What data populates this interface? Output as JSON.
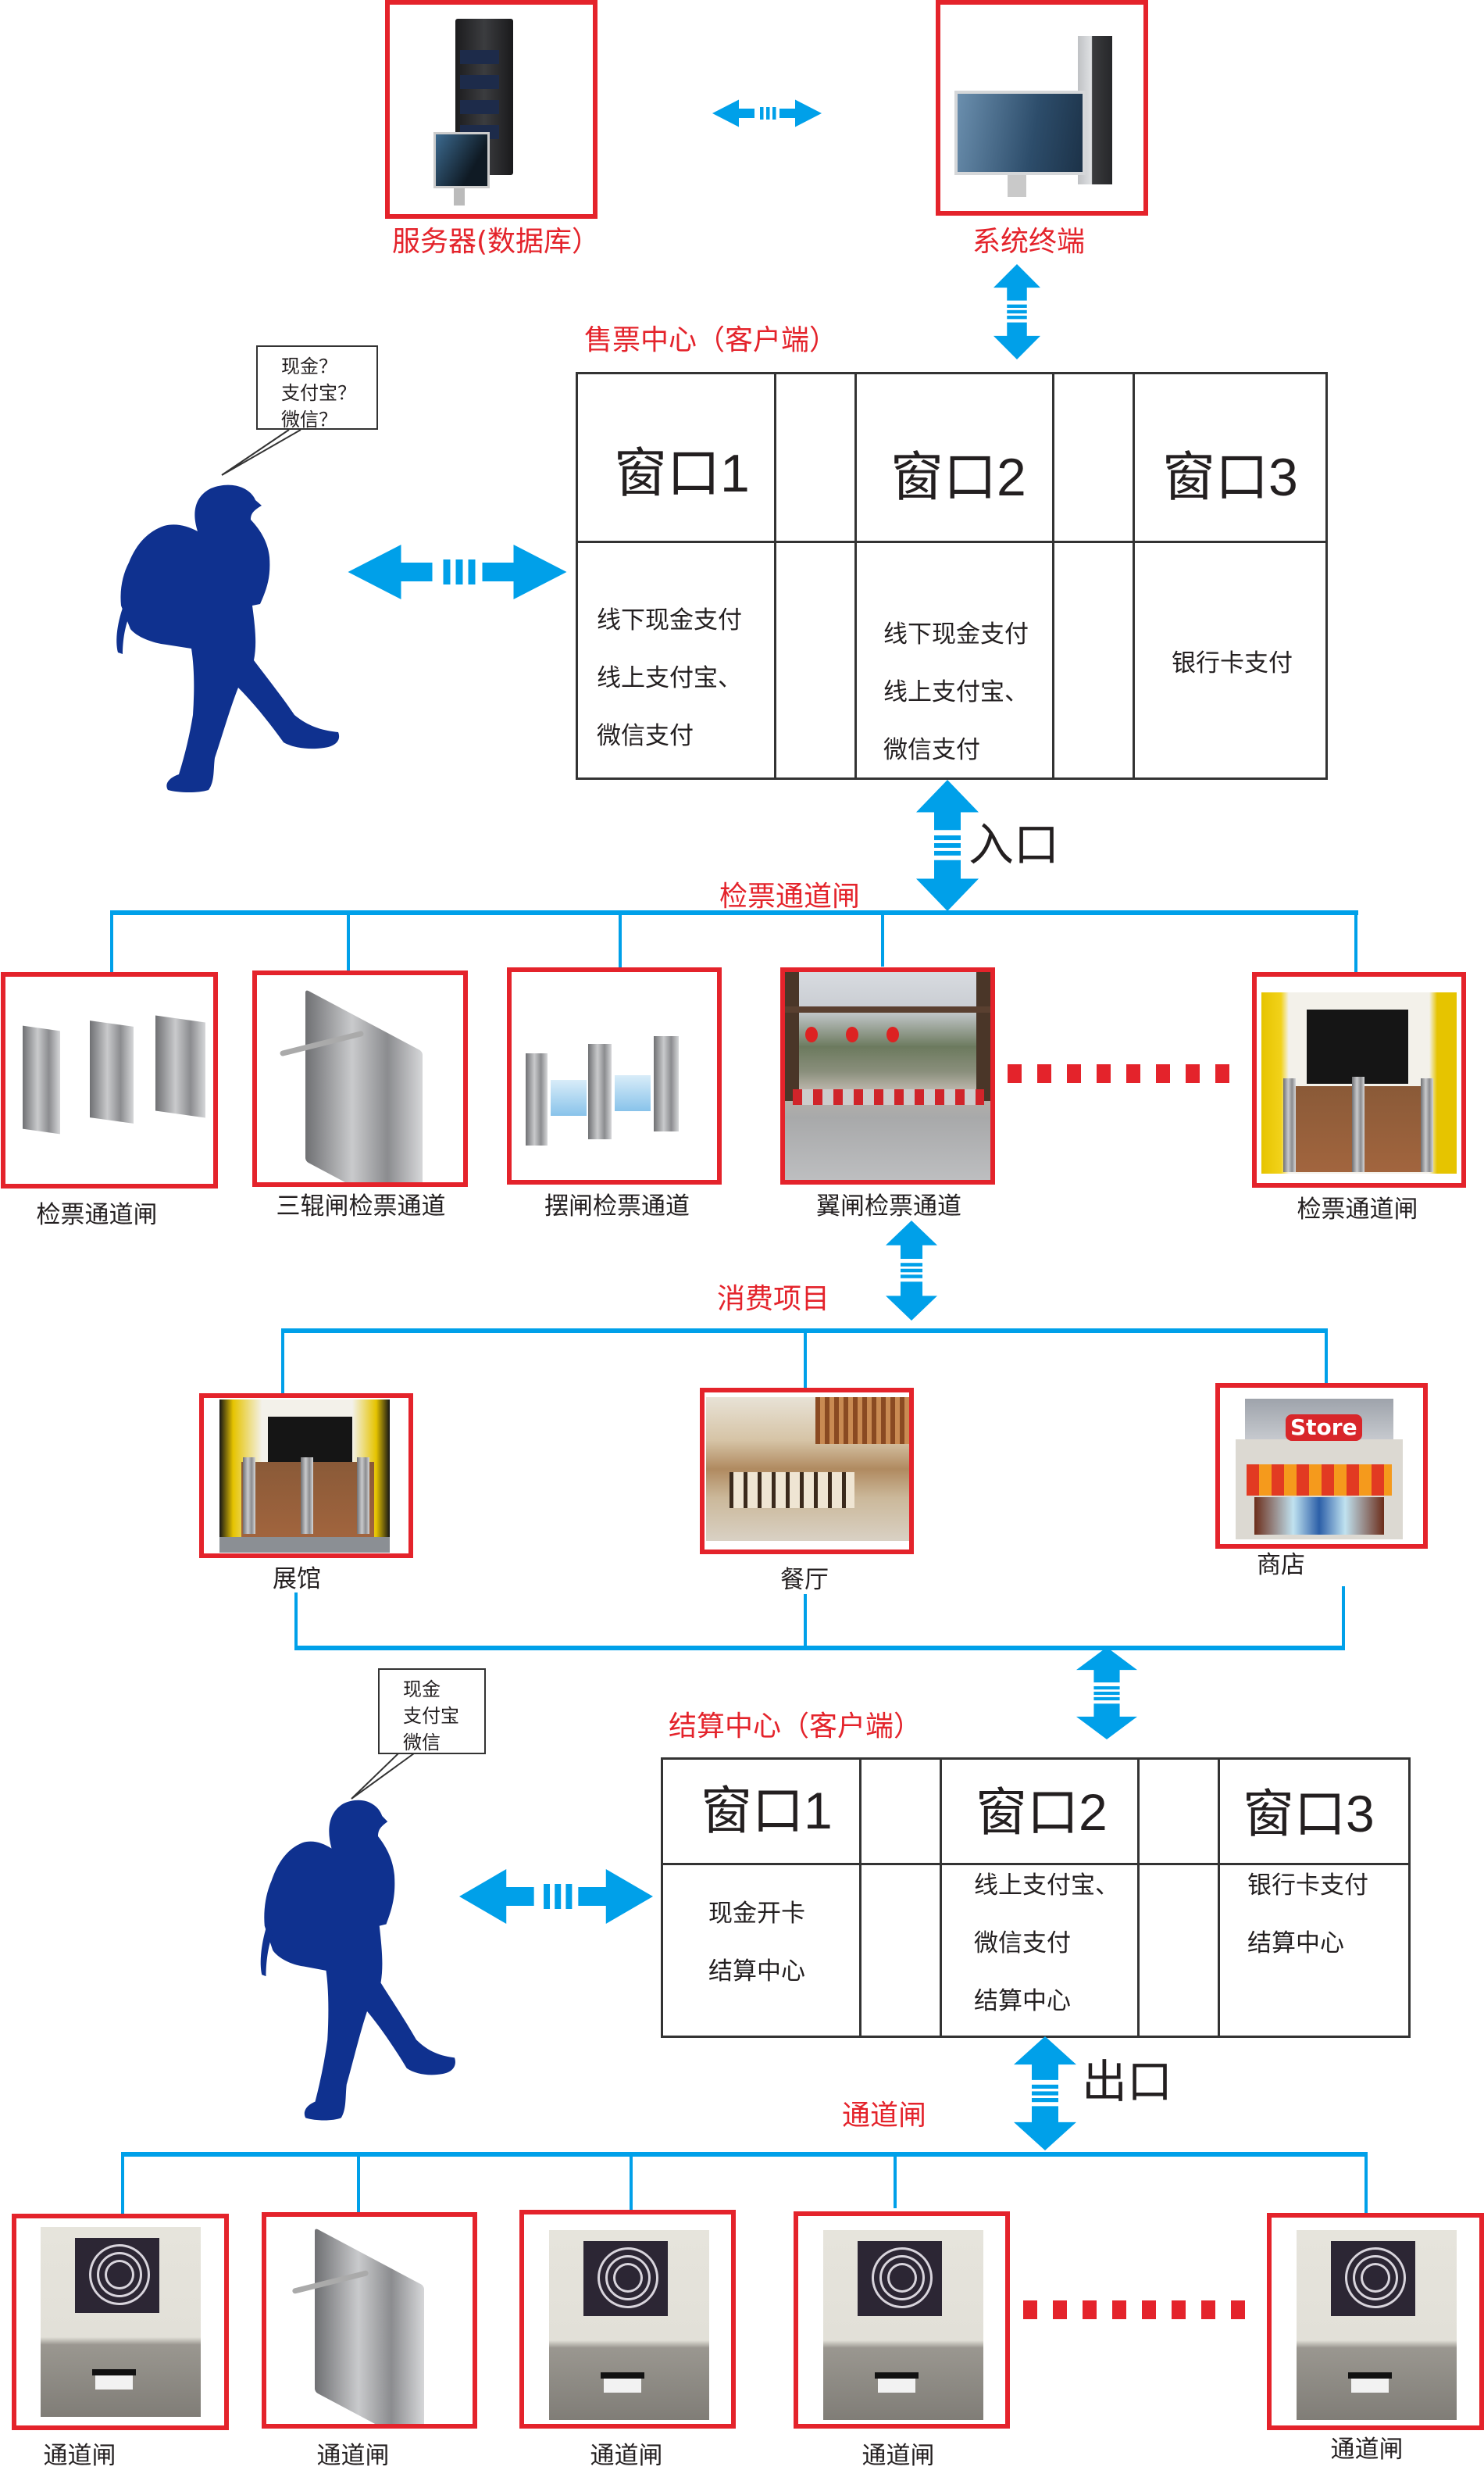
{
  "top": {
    "server_label": "服务器(数据库）",
    "terminal_label": "系统终端"
  },
  "ticket_center": {
    "title": "售票中心（客户端）",
    "windows": [
      {
        "title": "窗口",
        "num": "1",
        "lines": [
          "线下现金支付",
          "线上支付宝、",
          "微信支付"
        ]
      },
      {
        "title": "窗口",
        "num": "2",
        "lines": [
          "线下现金支付",
          "线上支付宝、",
          "微信支付"
        ]
      },
      {
        "title": "窗口",
        "num": "3",
        "lines": [
          "银行卡支付"
        ]
      }
    ],
    "bubble_lines": [
      "现金？",
      "支付宝？",
      "微信？"
    ],
    "entrance_label": "入口"
  },
  "entry_gates": {
    "title": "检票通道闸",
    "items": [
      {
        "label": "检票通道闸",
        "kind": "flap-gate"
      },
      {
        "label": "三辊闸检票通道",
        "kind": "tripod-turnstile"
      },
      {
        "label": "摆闸检票通道",
        "kind": "swing-gate"
      },
      {
        "label": "翼闸检票通道",
        "kind": "scenic-entrance-photo"
      },
      {
        "label": "检票通道闸",
        "kind": "museum-gate-photo"
      }
    ]
  },
  "consumption": {
    "title": "消费项目",
    "items": [
      {
        "label": "展馆",
        "kind": "museum-gate-photo"
      },
      {
        "label": "餐厅",
        "kind": "restaurant-photo"
      },
      {
        "label": "商店",
        "kind": "store-illustration",
        "sign": "Store"
      }
    ]
  },
  "settlement_center": {
    "title": "结算中心（客户端）",
    "windows": [
      {
        "title": "窗口",
        "num": "1",
        "lines": [
          "现金开卡",
          "结算中心"
        ]
      },
      {
        "title": "窗口",
        "num": "2",
        "lines": [
          "线上支付宝、",
          "微信支付",
          "结算中心"
        ]
      },
      {
        "title": "窗口",
        "num": "3",
        "lines": [
          "银行卡支付",
          "结算中心"
        ]
      }
    ],
    "bubble_lines": [
      "现金",
      "支付宝",
      "微信"
    ],
    "exit_label": "出口"
  },
  "exit_gates": {
    "title": "通道闸",
    "items": [
      {
        "label": "通道闸",
        "kind": "rfid-gate-photo"
      },
      {
        "label": "通道闸",
        "kind": "tripod-turnstile"
      },
      {
        "label": "通道闸",
        "kind": "rfid-gate-photo"
      },
      {
        "label": "通道闸",
        "kind": "rfid-gate-photo"
      },
      {
        "label": "通道闸",
        "kind": "rfid-gate-photo"
      }
    ]
  },
  "colors": {
    "accent_red": "#e4232b",
    "connector_blue": "#00a0e9",
    "person_blue": "#0f318f",
    "table_line": "#333333"
  }
}
